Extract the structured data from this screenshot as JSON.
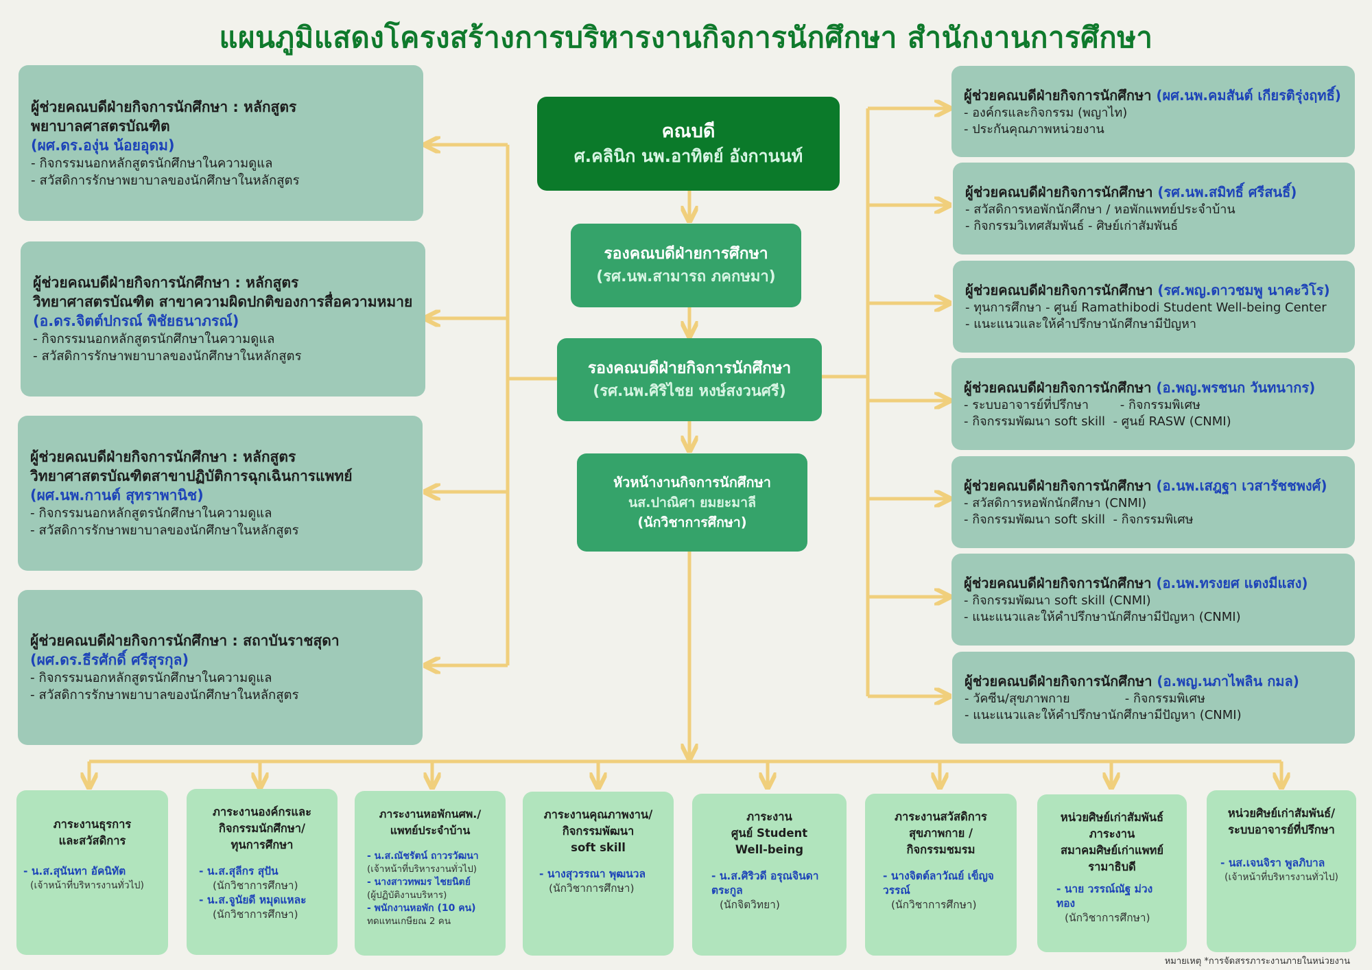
{
  "title": "แผนภูมิแสดงโครงสร้างการบริหารงานกิจการนักศึกษา สำนักงานการศึกษา",
  "colors": {
    "dark_green": "#0b7a2a",
    "mid_green": "#35a36a",
    "side_box": "#9fcab8",
    "bottom_box": "#b1e4bd",
    "name_blue": "#1d43b8",
    "connector": "#f0cf7c"
  },
  "dean": {
    "role": "คณบดี",
    "name": "ศ.คลินิก นพ.อาทิตย์ อังกานนท์"
  },
  "vice_dean_education": {
    "role": "รองคณบดีฝ่ายการศึกษา",
    "name": "(รศ.นพ.สามารถ ภคกษมา)"
  },
  "vice_dean_student_affairs": {
    "role": "รองคณบดีฝ่ายกิจการนักศึกษา",
    "name": "(รศ.นพ.ศิริไชย หงษ์สงวนศรี)"
  },
  "head_student_affairs": {
    "role": "หัวหน้างานกิจการนักศึกษา",
    "name": "นส.ปาณิศา ยมยะมาลี",
    "position": "(นักวิชาการศึกษา)"
  },
  "left_assistants": [
    {
      "title": "ผู้ช่วยคณบดีฝ่ายกิจการนักศึกษา : หลักสูตร",
      "title2": "พยาบาลศาสตรบัณฑิต",
      "name": "(ผศ.ดร.องุ่น น้อยอุดม)",
      "items": [
        "- กิจกรรมนอกหลักสูตรนักศึกษาในความดูแล",
        "- สวัสดิการรักษาพยาบาลของนักศึกษาในหลักสูตร"
      ]
    },
    {
      "title": "ผู้ช่วยคณบดีฝ่ายกิจการนักศึกษา : หลักสูตร",
      "title2": "วิทยาศาสตรบัณฑิต สาขาความผิดปกติของการสื่อความหมาย",
      "name": "(อ.ดร.จิตต์ปกรณ์ พิชัยธนาภรณ์)",
      "items": [
        "- กิจกรรมนอกหลักสูตรนักศึกษาในความดูแล",
        "- สวัสดิการรักษาพยาบาลของนักศึกษาในหลักสูตร"
      ]
    },
    {
      "title": "ผู้ช่วยคณบดีฝ่ายกิจการนักศึกษา : หลักสูตร",
      "title2": "วิทยาศาสตรบัณฑิตสาขาปฏิบัติการฉุกเฉินการแพทย์",
      "name": "(ผศ.นพ.กานต์ สุทราพานิช)",
      "items": [
        "- กิจกรรมนอกหลักสูตรนักศึกษาในความดูแล",
        "- สวัสดิการรักษาพยาบาลของนักศึกษาในหลักสูตร"
      ]
    },
    {
      "title": "ผู้ช่วยคณบดีฝ่ายกิจการนักศึกษา : สถาบันราชสุดา",
      "title2": "",
      "name": "(ผศ.ดร.ธีรศักดิ์ ศรีสุรกุล)",
      "items": [
        "- กิจกรรมนอกหลักสูตรนักศึกษาในความดูแล",
        "- สวัสดิการรักษาพยาบาลของนักศึกษาในหลักสูตร"
      ]
    }
  ],
  "right_assistants": [
    {
      "title": "ผู้ช่วยคณบดีฝ่ายกิจการนักศึกษา",
      "name": "(ผศ.นพ.คมสันต์ เกียรติรุ่งฤทธิ์)",
      "items": [
        "- องค์กรและกิจกรรม (พญาไท)",
        "- ประกันคุณภาพหน่วยงาน"
      ]
    },
    {
      "title": "ผู้ช่วยคณบดีฝ่ายกิจการนักศึกษา",
      "name": "(รศ.นพ.สมิทธิ์ ศรีสนธิ์)",
      "items": [
        "- สวัสดิการหอพักนักศึกษา  / หอพักแพทย์ประจำบ้าน",
        "- กิจกรรมวิเทศสัมพันธ์ - ศิษย์เก่าสัมพันธ์"
      ]
    },
    {
      "title": "ผู้ช่วยคณบดีฝ่ายกิจการนักศึกษา",
      "name": "(รศ.พญ.ดาวชมพู นาคะวิโร)",
      "items": [
        "- ทุนการศึกษา - ศูนย์ Ramathibodi Student Well-being Center",
        "- แนะแนวและให้คำปรึกษานักศึกษามีปัญหา"
      ]
    },
    {
      "title": "ผู้ช่วยคณบดีฝ่ายกิจการนักศึกษา",
      "name": "(อ.พญ.พรชนก วันทนากร)",
      "items": [
        "- ระบบอาจารย์ที่ปรึกษา        - กิจกรรมพิเศษ",
        "- กิจกรรมพัฒนา soft skill  - ศูนย์ RASW (CNMI)"
      ]
    },
    {
      "title": "ผู้ช่วยคณบดีฝ่ายกิจการนักศึกษา",
      "name": "(อ.นพ.เสฎฐา เวสารัชชพงศ์)",
      "items": [
        "- สวัสดิการหอพักนักศึกษา (CNMI)",
        "- กิจกรรมพัฒนา soft skill  - กิจกรรมพิเศษ"
      ]
    },
    {
      "title": "ผู้ช่วยคณบดีฝ่ายกิจการนักศึกษา",
      "name": "(อ.นพ.ทรงยศ แตงมีแสง)",
      "items": [
        "- กิจกรรมพัฒนา soft skill (CNMI)",
        "- แนะแนวและให้คำปรึกษานักศึกษามีปัญหา (CNMI)"
      ]
    },
    {
      "title": "ผู้ช่วยคณบดีฝ่ายกิจการนักศึกษา",
      "name": "(อ.พญ.นภาไพลิน กมล)",
      "items": [
        "- วัคซีน/สุขภาพกาย              - กิจกรรมพิเศษ",
        "- แนะแนวและให้คำปรึกษานักศึกษามีปัญหา (CNMI)"
      ]
    }
  ],
  "units": [
    {
      "title": [
        "ภาระงานธุรการ",
        "และสวัสดิการ"
      ],
      "people": [
        {
          "name": "- น.ส.สุนันทา อัคนิทัต",
          "role": "(เจ้าหน้าที่บริหารงานทั่วไป)"
        }
      ]
    },
    {
      "title": [
        "ภาระงานองค์กรและ",
        "กิจกรรมนักศึกษา/",
        "ทุนการศึกษา"
      ],
      "people": [
        {
          "name": "- น.ส.สุลีกร สุปัน",
          "role": "(นักวิชาการศึกษา)"
        },
        {
          "name": "- น.ส.จูนัยดี หมุดแหละ",
          "role": "(นักวิชาการศึกษา)"
        }
      ]
    },
    {
      "title": [
        "ภาระงานหอพักนศพ./",
        "แพทย์ประจำบ้าน"
      ],
      "people": [
        {
          "name": "- น.ส.ณัชรัตน์ ถาวรวัฒนา",
          "role": "(เจ้าหน้าที่บริหารงานทั่วไป)"
        },
        {
          "name": "- นางสาวทพมร ไชยนิตย์",
          "role": "(ผู้ปฏิบัติงานบริหาร)"
        },
        {
          "name": "- พนักงานหอพัก (10 คน)",
          "role": "ทดแทนเกษียณ 2 คน"
        }
      ]
    },
    {
      "title": [
        "ภาระงานคุณภาพงาน/",
        "กิจกรรมพัฒนา",
        "soft skill"
      ],
      "people": [
        {
          "name": "- นางสุวรรณา พุฒนวล",
          "role": "(นักวิชาการศึกษา)"
        }
      ]
    },
    {
      "title": [
        "ภาระงาน",
        "ศูนย์ Student",
        "Well-being"
      ],
      "people": [
        {
          "name": "- น.ส.ศิริวดี อรุณจินดาตระกูล",
          "role": "(นักจิตวิทยา)"
        }
      ]
    },
    {
      "title": [
        "ภาระงานสวัสดิการ",
        "สุขภาพกาย /",
        "กิจกรรมชมรม"
      ],
      "people": [
        {
          "name": "- นางจิตต์ลาวัณย์ เข็ญจวรรณ์",
          "role": "(นักวิชาการศึกษา)"
        }
      ]
    },
    {
      "title": [
        "หน่วยศิษย์เก่าสัมพันธ์",
        "ภาระงาน",
        "สมาคมศิษย์เก่าแพทย์",
        "รามาธิบดี"
      ],
      "people": [
        {
          "name": "- นาย วรรณ์ณัฐ ม่วงทอง",
          "role": "(นักวิชาการศึกษา)"
        }
      ]
    },
    {
      "title": [
        "หน่วยศิษย์เก่าสัมพันธ์/",
        "ระบบอาจารย์ที่ปรึกษา"
      ],
      "people": [
        {
          "name": "- นส.เจนจิรา พูลภิบาล",
          "role": "(เจ้าหน้าที่บริหารงานทั่วไป)"
        }
      ]
    }
  ],
  "footnote": "หมายเหตุ  *การจัดสรรภาระงานภายในหน่วยงาน"
}
